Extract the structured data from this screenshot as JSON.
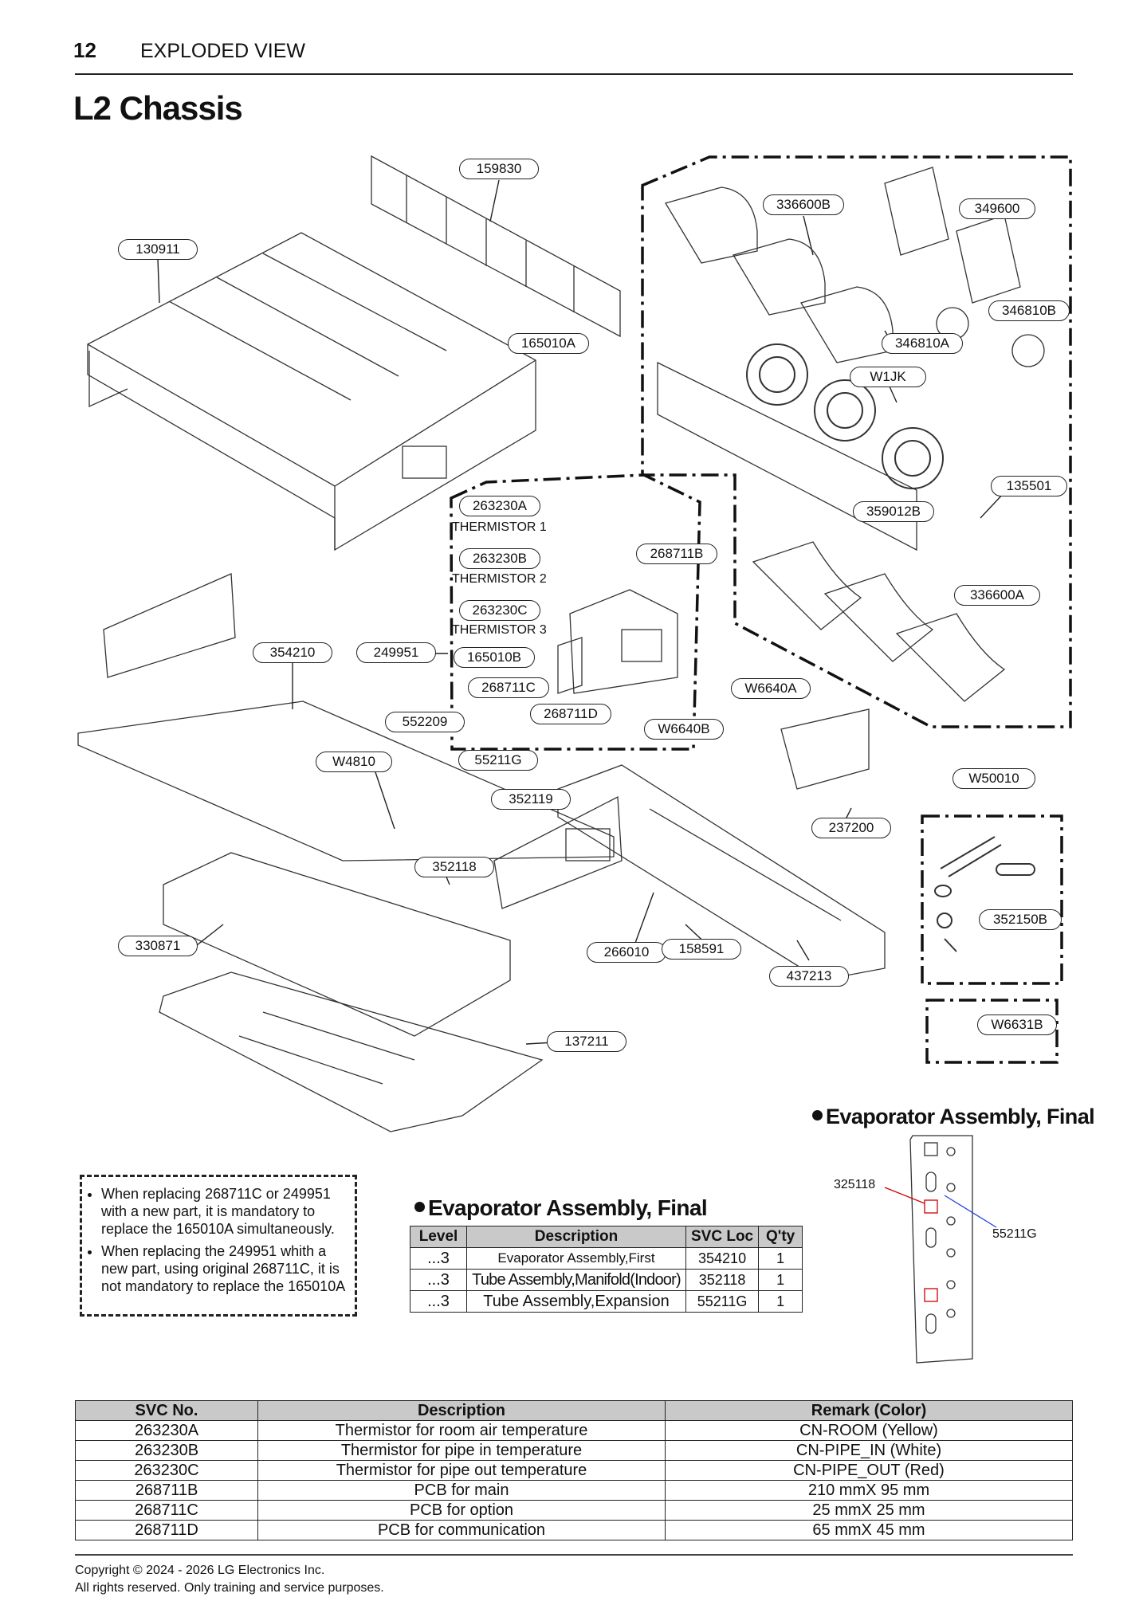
{
  "header": {
    "page_number": "12",
    "section": "EXPLODED VIEW"
  },
  "title": "L2 Chassis",
  "callouts": [
    {
      "id": "159830",
      "text": "159830"
    },
    {
      "id": "130911",
      "text": "130911"
    },
    {
      "id": "336600B",
      "text": "336600B"
    },
    {
      "id": "349600",
      "text": "349600"
    },
    {
      "id": "346810B",
      "text": "346810B"
    },
    {
      "id": "165010A",
      "text": "165010A"
    },
    {
      "id": "346810A",
      "text": "346810A"
    },
    {
      "id": "W1JK",
      "text": "W1JK"
    },
    {
      "id": "135501",
      "text": "135501"
    },
    {
      "id": "359012B",
      "text": "359012B"
    },
    {
      "id": "263230A",
      "text": "263230A"
    },
    {
      "id": "263230B",
      "text": "263230B"
    },
    {
      "id": "268711B",
      "text": "268711B"
    },
    {
      "id": "263230C",
      "text": "263230C"
    },
    {
      "id": "336600A",
      "text": "336600A"
    },
    {
      "id": "354210",
      "text": "354210"
    },
    {
      "id": "249951",
      "text": "249951"
    },
    {
      "id": "165010B",
      "text": "165010B"
    },
    {
      "id": "268711C",
      "text": "268711C"
    },
    {
      "id": "W6640A",
      "text": "W6640A"
    },
    {
      "id": "268711D",
      "text": "268711D"
    },
    {
      "id": "552209",
      "text": "552209"
    },
    {
      "id": "W6640B",
      "text": "W6640B"
    },
    {
      "id": "W4810",
      "text": "W4810"
    },
    {
      "id": "55211G",
      "text": "55211G"
    },
    {
      "id": "W50010",
      "text": "W50010"
    },
    {
      "id": "352119",
      "text": "352119"
    },
    {
      "id": "237200",
      "text": "237200"
    },
    {
      "id": "352118",
      "text": "352118"
    },
    {
      "id": "352150B",
      "text": "352150B"
    },
    {
      "id": "330871",
      "text": "330871"
    },
    {
      "id": "266010",
      "text": "266010"
    },
    {
      "id": "158591",
      "text": "158591"
    },
    {
      "id": "437213",
      "text": "437213"
    },
    {
      "id": "W6631B",
      "text": "W6631B"
    },
    {
      "id": "137211",
      "text": "137211"
    }
  ],
  "thermistor_labels": [
    "THERMISTOR 1",
    "THERMISTOR 2",
    "THERMISTOR 3"
  ],
  "notes": [
    "When replacing 268711C or 249951 with a new part, it is mandatory to replace the 165010A simultaneously.",
    "When replacing the 249951 whith a new part, using original 268711C, it is not mandatory to replace the 165010A"
  ],
  "evaporator_section_title": "Evaporator Assembly, Final",
  "evaporator_table": {
    "headers": [
      "Level",
      "Description",
      "SVC Loc",
      "Q'ty"
    ],
    "rows": [
      [
        "...3",
        "Evaporator Assembly,First",
        "354210",
        "1"
      ],
      [
        "...3",
        "Tube Assembly,Manifold(Indoor)",
        "352118",
        "1"
      ],
      [
        "...3",
        "Tube Assembly,Expansion",
        "55211G",
        "1"
      ]
    ]
  },
  "evaporator_figure": {
    "title": "Evaporator Assembly, Final",
    "label_left": "325118",
    "label_right": "55211G"
  },
  "svc_table": {
    "headers": [
      "SVC No.",
      "Description",
      "Remark (Color)"
    ],
    "rows": [
      [
        "263230A",
        "Thermistor for room air temperature",
        "CN-ROOM (Yellow)"
      ],
      [
        "263230B",
        "Thermistor for pipe in temperature",
        "CN-PIPE_IN (White)"
      ],
      [
        "263230C",
        "Thermistor for pipe out temperature",
        "CN-PIPE_OUT (Red)"
      ],
      [
        "268711B",
        "PCB for main",
        "210 mmX 95 mm"
      ],
      [
        "268711C",
        "PCB for option",
        "25 mmX 25 mm"
      ],
      [
        "268711D",
        "PCB for communication",
        "65 mmX 45 mm"
      ]
    ]
  },
  "footer": {
    "line1": "Copyright © 2024 - 2026 LG Electronics Inc.",
    "line2": "All rights reserved. Only training and service purposes."
  }
}
